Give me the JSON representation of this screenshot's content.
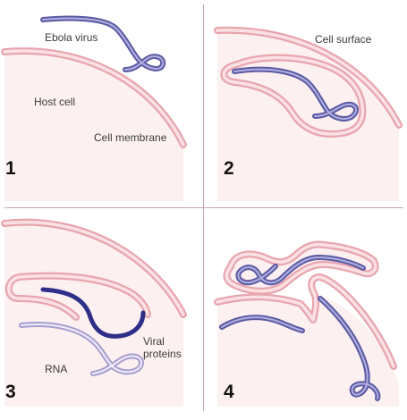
{
  "panels": [
    {
      "number": "1",
      "labels": {
        "virus": "Ebola virus",
        "host": "Host cell",
        "membrane": "Cell membrane"
      }
    },
    {
      "number": "2",
      "labels": {
        "surface": "Cell surface"
      }
    },
    {
      "number": "3",
      "labels": {
        "proteins_line1": "Viral",
        "proteins_line2": "proteins",
        "rna": "RNA"
      }
    },
    {
      "number": "4",
      "labels": {}
    }
  ],
  "colors": {
    "membrane_outer": "#e8a5ad",
    "membrane_inner": "#fbe1e4",
    "cytoplasm": "#fdf0f1",
    "virus_outer": "#5b5aa3",
    "virus_inner": "#b0afe0",
    "rna_outer": "#a79ccf",
    "rna_inner": "#f2eef9",
    "protein": "#2f2f8a"
  }
}
